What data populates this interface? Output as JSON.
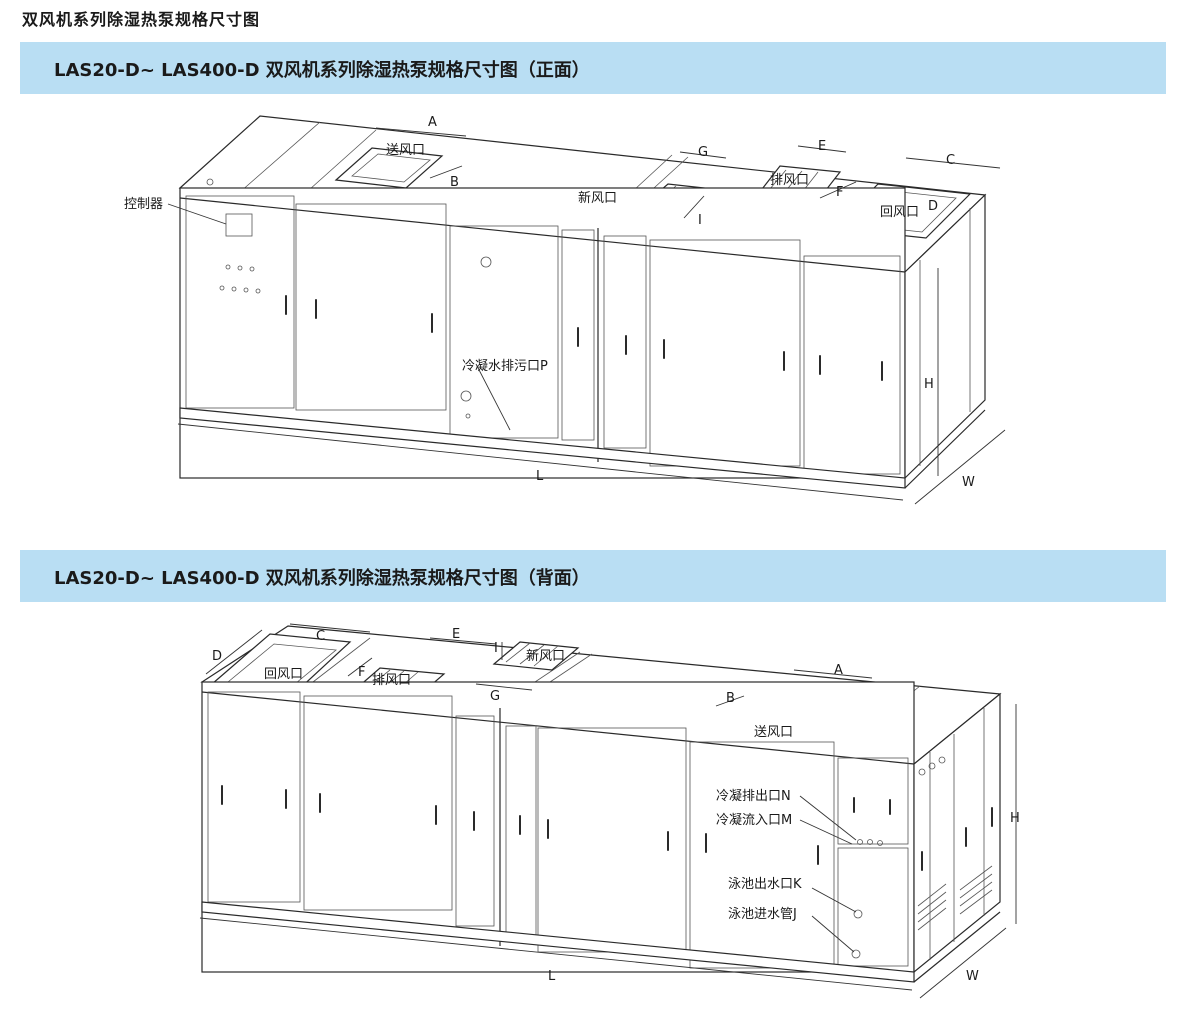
{
  "page_title": "双风机系列除湿热泵规格尺寸图",
  "banners": {
    "front": "LAS20-D~ LAS400-D 双风机系列除湿热泵规格尺寸图（正面）",
    "back": "LAS20-D~ LAS400-D 双风机系列除湿热泵规格尺寸图（背面）"
  },
  "front_view": {
    "labels": {
      "controller": "控制器",
      "supply_air": "送风口",
      "fresh_air": "新风口",
      "exhaust_air": "排风口",
      "return_air": "回风口",
      "condensate_drain": "冷凝水排污口P"
    },
    "dims": {
      "A": "A",
      "B": "B",
      "C": "C",
      "D": "D",
      "E": "E",
      "F": "F",
      "G": "G",
      "I": "I",
      "H": "H",
      "L": "L",
      "W": "W"
    }
  },
  "back_view": {
    "labels": {
      "return_air": "回风口",
      "exhaust_air": "排风口",
      "fresh_air": "新风口",
      "supply_air": "送风口",
      "condensate_out": "冷凝排出口N",
      "condensate_in": "冷凝流入口M",
      "pool_out": "泳池出水口K",
      "pool_in": "泳池进水管J"
    },
    "dims": {
      "A": "A",
      "B": "B",
      "C": "C",
      "D": "D",
      "E": "E",
      "F": "F",
      "G": "G",
      "I": "I",
      "H": "H",
      "L": "L",
      "W": "W"
    }
  }
}
